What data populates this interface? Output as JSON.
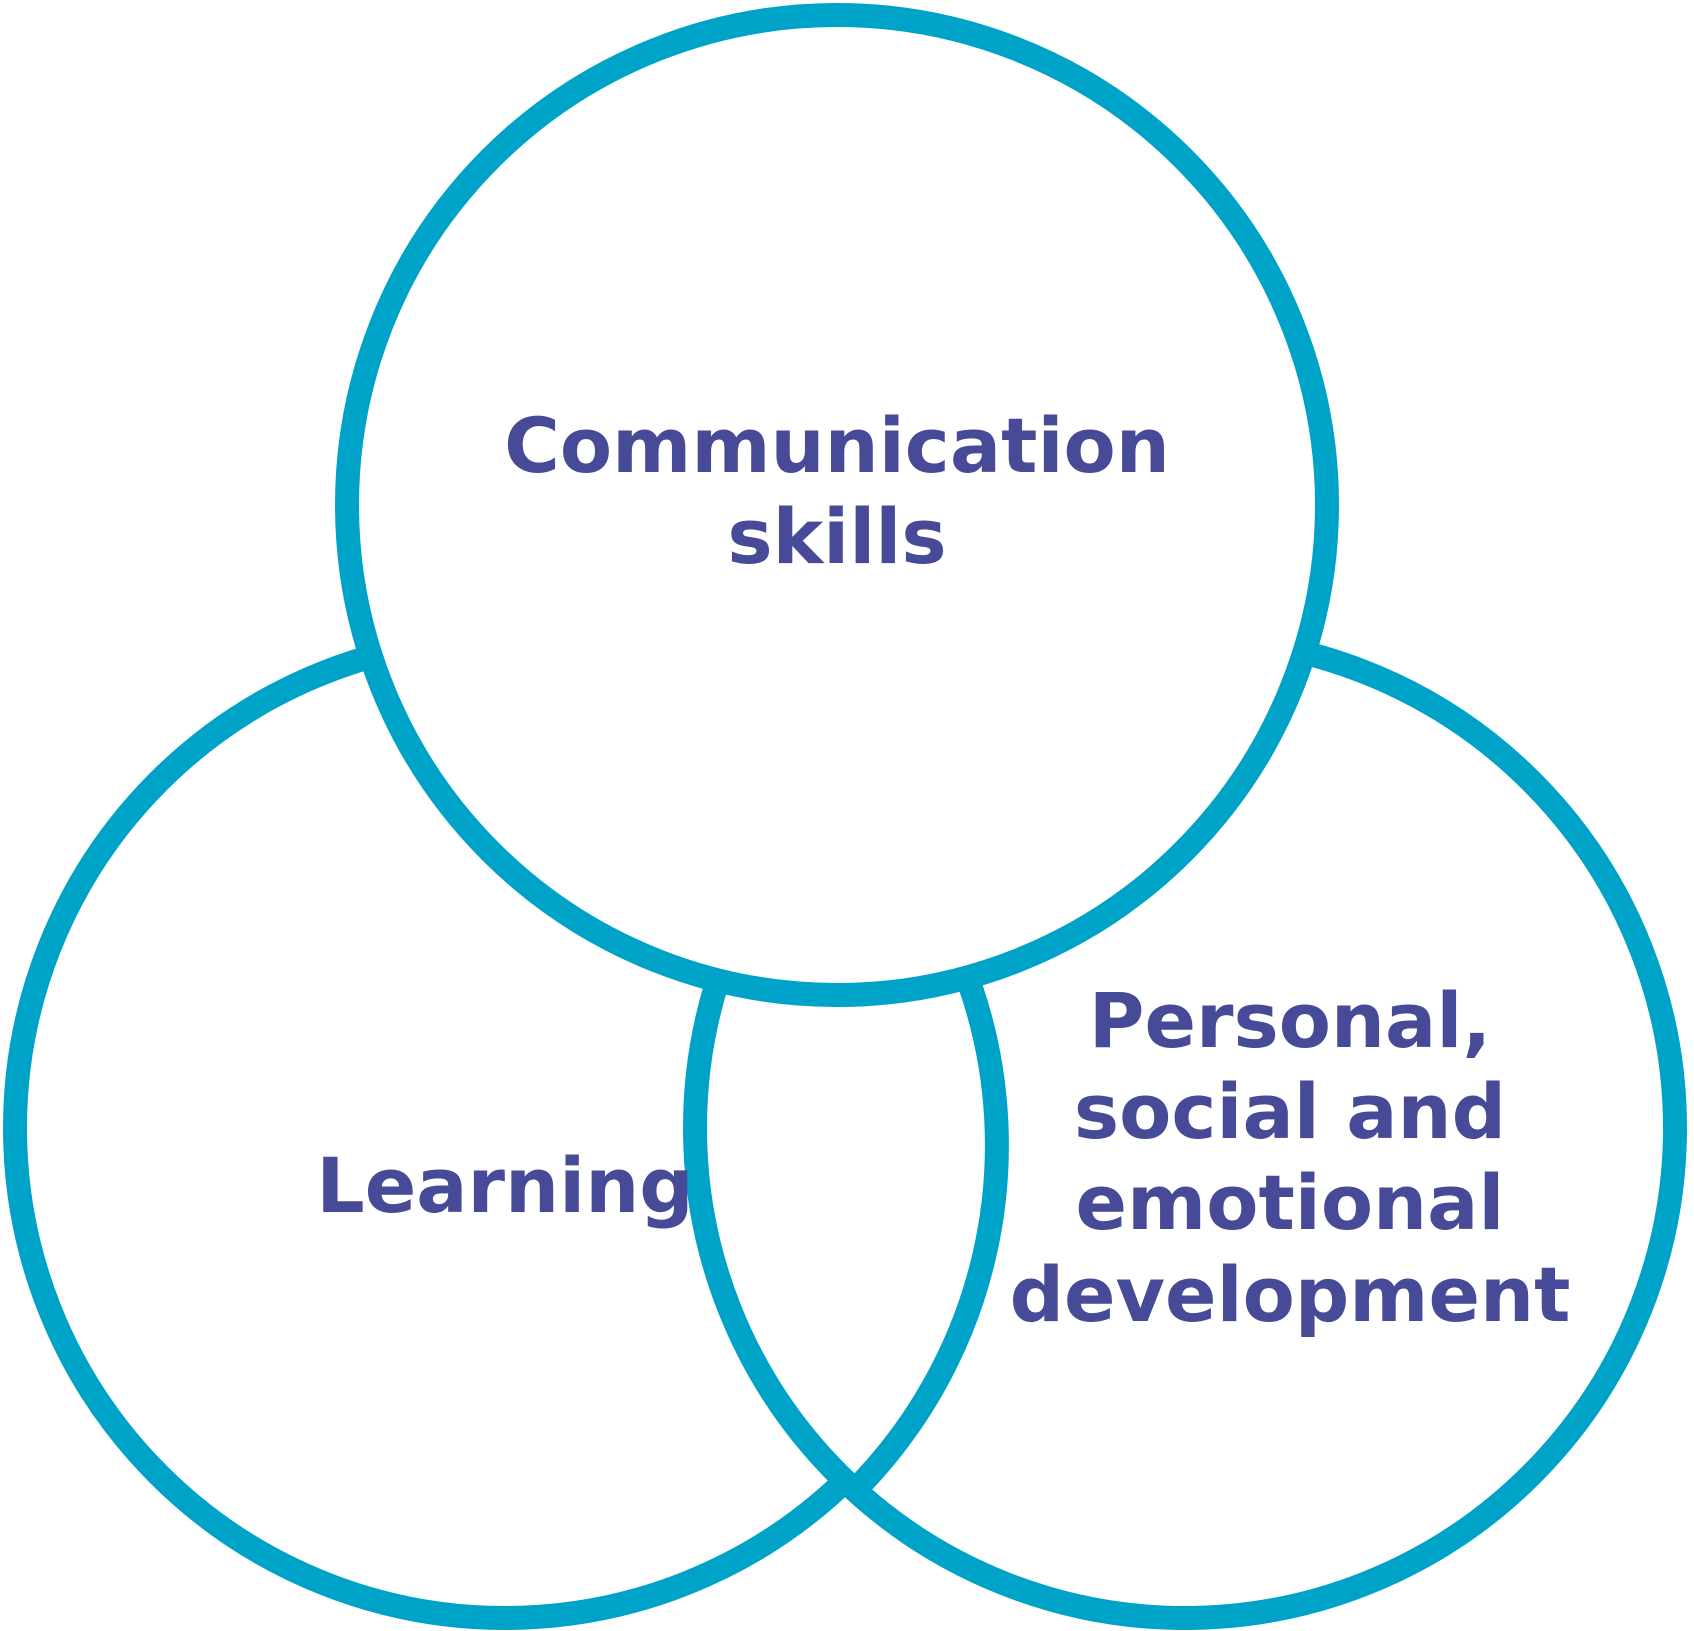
{
  "diagram": {
    "type": "venn",
    "stroke_color": "#00a3c8",
    "text_color": "#474a96",
    "circles": [
      {
        "label": "Communication\nskills"
      },
      {
        "label": "Learning"
      },
      {
        "label": "Personal,\nsocial and\nemotional\ndevelopment"
      }
    ]
  }
}
